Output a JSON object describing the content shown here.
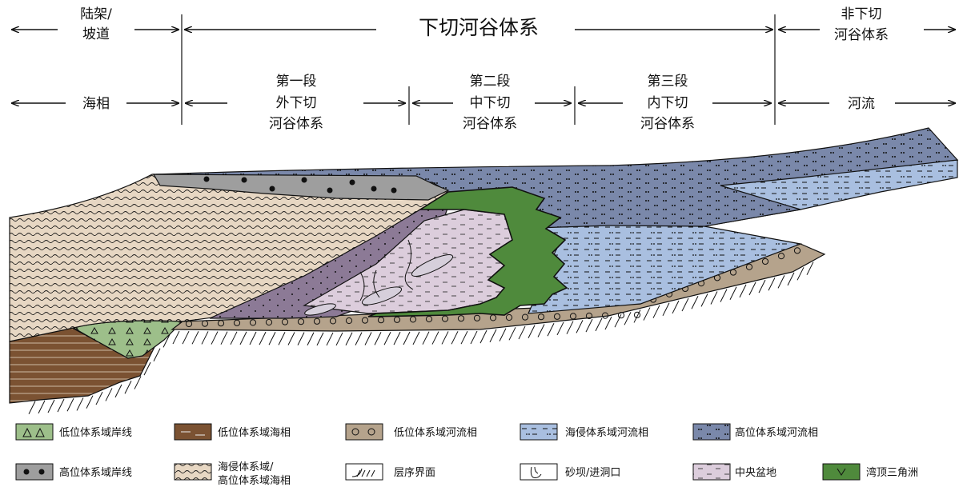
{
  "header": {
    "left_zone_top": [
      "陆架/",
      "坡道"
    ],
    "title": "下切河谷体系",
    "right_zone_top": [
      "非下切",
      "河谷体系"
    ]
  },
  "subheader": {
    "marine": "海相",
    "segment1": [
      "第一段",
      "外下切",
      "河谷体系"
    ],
    "segment2": [
      "第二段",
      "中下切",
      "河谷体系"
    ],
    "segment3": [
      "第三段",
      "内下切",
      "河谷体系"
    ],
    "river": "河流"
  },
  "legend": {
    "items": [
      {
        "key": "lst-shoreline",
        "label": "低位体系域岸线",
        "color": "#9dbf8a"
      },
      {
        "key": "lst-marine",
        "label": "低位体系域海相",
        "color": "#7b5232"
      },
      {
        "key": "lst-fluvial",
        "label": "低位体系域河流相",
        "color": "#b5a38c"
      },
      {
        "key": "tst-fluvial",
        "label": "海侵体系域河流相",
        "color": "#a9bfe0"
      },
      {
        "key": "hst-fluvial",
        "label": "高位体系域河流相",
        "color": "#7a88aa"
      },
      {
        "key": "hst-shoreline",
        "label": "高位体系域岸线",
        "color": "#9e9e9e"
      },
      {
        "key": "tst-hst-marine",
        "label": [
          "海侵体系域/",
          "高位体系域海相"
        ],
        "color": "#e7d7c3"
      },
      {
        "key": "sequence-boundary",
        "label": "层序界面",
        "color": "#ffffff"
      },
      {
        "key": "sand-bar",
        "label": "砂坝/进洞口",
        "color": "#ffffff"
      },
      {
        "key": "central-basin",
        "label": "中央盆地",
        "color": "#d9cbd9"
      },
      {
        "key": "bayhead-delta",
        "label": "湾顶三角洲",
        "color": "#4f8a3c"
      }
    ]
  }
}
